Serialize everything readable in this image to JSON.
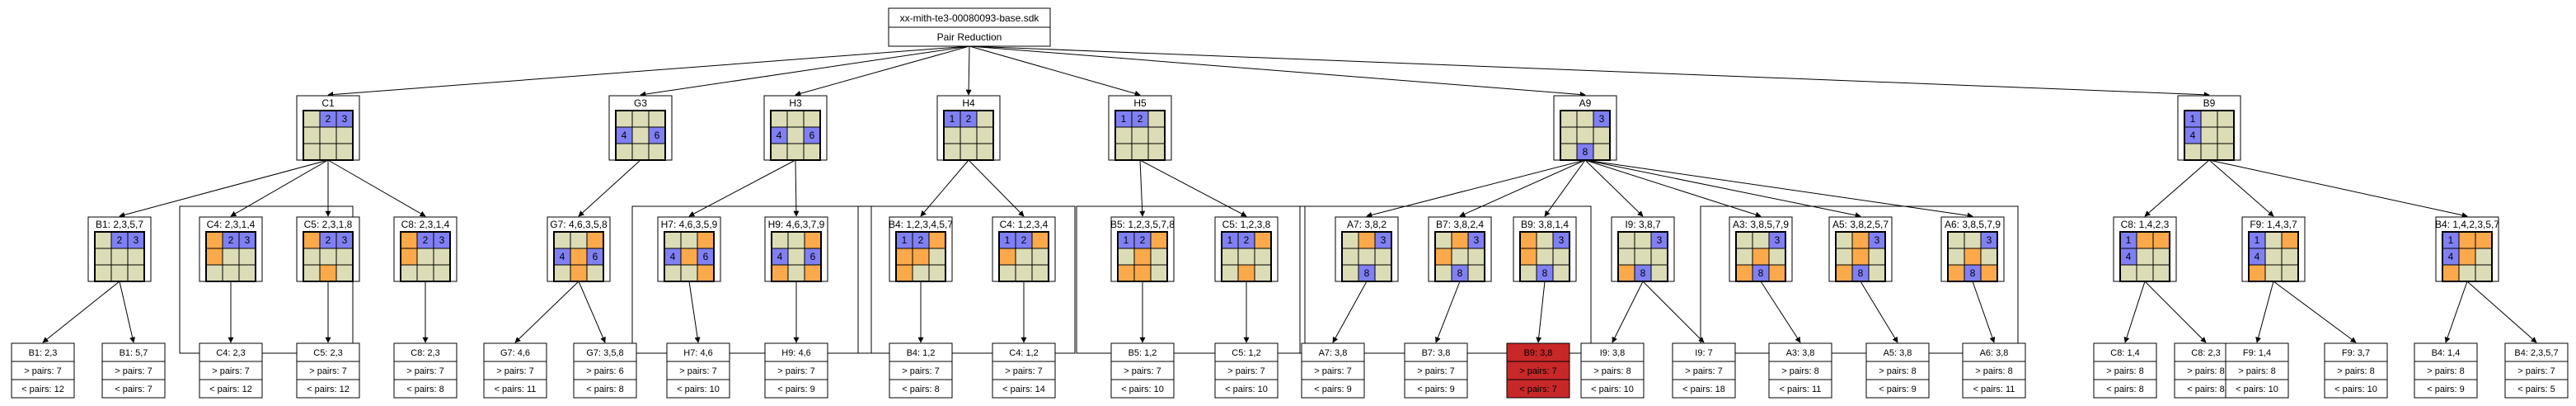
{
  "root": {
    "title": "xx-mith-te3-00080093-base.sdk",
    "subtitle": "Pair Reduction"
  },
  "colors": {
    "blue": "#8080f4",
    "orange": "#fba94a",
    "beige": "#dcdcb6",
    "red": "#c82828",
    "white": "#ffffff",
    "line": "#000000"
  },
  "level1": [
    {
      "id": "C1",
      "title": "C1",
      "cells": [
        [
          "b",
          "B2",
          "B3"
        ],
        [
          "b",
          "b",
          "b"
        ],
        [
          "b",
          "b",
          "b"
        ]
      ]
    },
    {
      "id": "G3",
      "title": "G3",
      "cells": [
        [
          "b",
          "b",
          "b"
        ],
        [
          "B4",
          "b",
          "B6"
        ],
        [
          "b",
          "b",
          "b"
        ]
      ]
    },
    {
      "id": "H3",
      "title": "H3",
      "cells": [
        [
          "b",
          "b",
          "b"
        ],
        [
          "B4",
          "b",
          "B6"
        ],
        [
          "b",
          "b",
          "b"
        ]
      ]
    },
    {
      "id": "H4",
      "title": "H4",
      "cells": [
        [
          "B1",
          "B2",
          "b"
        ],
        [
          "b",
          "b",
          "b"
        ],
        [
          "b",
          "b",
          "b"
        ]
      ]
    },
    {
      "id": "H5",
      "title": "H5",
      "cells": [
        [
          "B1",
          "B2",
          "b"
        ],
        [
          "b",
          "b",
          "b"
        ],
        [
          "b",
          "b",
          "b"
        ]
      ]
    },
    {
      "id": "A9",
      "title": "A9",
      "cells": [
        [
          "b",
          "b",
          "B3"
        ],
        [
          "b",
          "b",
          "b"
        ],
        [
          "b",
          "B8",
          "b"
        ]
      ]
    },
    {
      "id": "B9",
      "title": "B9",
      "cells": [
        [
          "B1",
          "b",
          "b"
        ],
        [
          "B4",
          "b",
          "b"
        ],
        [
          "b",
          "b",
          "b"
        ]
      ]
    }
  ],
  "level2": [
    {
      "id": "B1-C1",
      "title": "B1: 2,3,5,7",
      "cells": [
        [
          "b",
          "B2",
          "B3"
        ],
        [
          "b",
          "b",
          "b"
        ],
        [
          "b",
          "b",
          "b"
        ]
      ]
    },
    {
      "id": "C4-C1",
      "title": "C4: 2,3,1,4",
      "cells": [
        [
          "o",
          "B2",
          "B3"
        ],
        [
          "o",
          "b",
          "b"
        ],
        [
          "b",
          "b",
          "b"
        ]
      ]
    },
    {
      "id": "C5-C1",
      "title": "C5: 2,3,1,8",
      "cells": [
        [
          "o",
          "B2",
          "B3"
        ],
        [
          "b",
          "b",
          "b"
        ],
        [
          "b",
          "o",
          "b"
        ]
      ]
    },
    {
      "id": "C8-C1",
      "title": "C8: 2,3,1,4",
      "cells": [
        [
          "o",
          "B2",
          "B3"
        ],
        [
          "o",
          "b",
          "b"
        ],
        [
          "b",
          "b",
          "b"
        ]
      ]
    },
    {
      "id": "G7-G3",
      "title": "G7: 4,6,3,5,8",
      "cells": [
        [
          "b",
          "b",
          "o"
        ],
        [
          "B4",
          "o",
          "B6"
        ],
        [
          "b",
          "o",
          "b"
        ]
      ]
    },
    {
      "id": "H7-H3",
      "title": "H7: 4,6,3,5,9",
      "cells": [
        [
          "b",
          "b",
          "o"
        ],
        [
          "B4",
          "o",
          "B6"
        ],
        [
          "b",
          "b",
          "o"
        ]
      ]
    },
    {
      "id": "H9-H3",
      "title": "H9: 4,6,3,7,9",
      "cells": [
        [
          "b",
          "b",
          "o"
        ],
        [
          "B4",
          "b",
          "B6"
        ],
        [
          "o",
          "b",
          "o"
        ]
      ]
    },
    {
      "id": "B4-H4",
      "title": "B4: 1,2,3,4,5,7",
      "cells": [
        [
          "B1",
          "B2",
          "o"
        ],
        [
          "o",
          "o",
          "b"
        ],
        [
          "o",
          "b",
          "b"
        ]
      ]
    },
    {
      "id": "C4-H4",
      "title": "C4: 1,2,3,4",
      "cells": [
        [
          "B1",
          "B2",
          "o"
        ],
        [
          "o",
          "b",
          "b"
        ],
        [
          "b",
          "b",
          "b"
        ]
      ]
    },
    {
      "id": "B5-H5",
      "title": "B5: 1,2,3,5,7,8",
      "cells": [
        [
          "B1",
          "B2",
          "o"
        ],
        [
          "b",
          "o",
          "b"
        ],
        [
          "o",
          "o",
          "b"
        ]
      ]
    },
    {
      "id": "C5-H5",
      "title": "C5: 1,2,3,8",
      "cells": [
        [
          "B1",
          "B2",
          "o"
        ],
        [
          "b",
          "b",
          "b"
        ],
        [
          "b",
          "o",
          "b"
        ]
      ]
    },
    {
      "id": "A7-A9",
      "title": "A7: 3,8,2",
      "cells": [
        [
          "b",
          "o",
          "B3"
        ],
        [
          "b",
          "b",
          "b"
        ],
        [
          "b",
          "B8",
          "b"
        ]
      ]
    },
    {
      "id": "B7-A9",
      "title": "B7: 3,8,2,4",
      "cells": [
        [
          "b",
          "o",
          "B3"
        ],
        [
          "o",
          "b",
          "b"
        ],
        [
          "b",
          "B8",
          "b"
        ]
      ]
    },
    {
      "id": "B9-A9",
      "title": "B9: 3,8,1,4",
      "cells": [
        [
          "o",
          "b",
          "B3"
        ],
        [
          "o",
          "b",
          "b"
        ],
        [
          "b",
          "B8",
          "b"
        ]
      ]
    },
    {
      "id": "I9-A9",
      "title": "I9: 3,8,7",
      "cells": [
        [
          "b",
          "b",
          "B3"
        ],
        [
          "b",
          "b",
          "b"
        ],
        [
          "o",
          "B8",
          "b"
        ]
      ]
    },
    {
      "id": "A3-A9",
      "title": "A3: 3,8,5,7,9",
      "cells": [
        [
          "b",
          "b",
          "B3"
        ],
        [
          "b",
          "o",
          "b"
        ],
        [
          "o",
          "B8",
          "o"
        ]
      ]
    },
    {
      "id": "A5-A9",
      "title": "A5: 3,8,2,5,7",
      "cells": [
        [
          "b",
          "o",
          "B3"
        ],
        [
          "b",
          "o",
          "b"
        ],
        [
          "o",
          "B8",
          "b"
        ]
      ]
    },
    {
      "id": "A6-A9",
      "title": "A6: 3,8,5,7,9",
      "cells": [
        [
          "b",
          "b",
          "B3"
        ],
        [
          "b",
          "o",
          "b"
        ],
        [
          "o",
          "B8",
          "o"
        ]
      ]
    },
    {
      "id": "C8-B9",
      "title": "C8: 1,4,2,3",
      "cells": [
        [
          "B1",
          "o",
          "o"
        ],
        [
          "B4",
          "b",
          "b"
        ],
        [
          "b",
          "b",
          "b"
        ]
      ]
    },
    {
      "id": "F9-B9",
      "title": "F9: 1,4,3,7",
      "cells": [
        [
          "B1",
          "b",
          "o"
        ],
        [
          "B4",
          "b",
          "b"
        ],
        [
          "o",
          "b",
          "b"
        ]
      ]
    },
    {
      "id": "B4-B9",
      "title": "B4: 1,4,2,3,5,7",
      "cells": [
        [
          "B1",
          "o",
          "o"
        ],
        [
          "B4",
          "o",
          "b"
        ],
        [
          "o",
          "b",
          "b"
        ]
      ]
    }
  ],
  "leaves": [
    {
      "title": "B1: 2,3",
      "gt": "> pairs: 7",
      "lt": "< pairs: 12",
      "highlight": false
    },
    {
      "title": "B1: 5,7",
      "gt": "> pairs: 7",
      "lt": "< pairs: 7",
      "highlight": false
    },
    {
      "title": "C4: 2,3",
      "gt": "> pairs: 7",
      "lt": "< pairs: 12",
      "highlight": false
    },
    {
      "title": "C5: 2,3",
      "gt": "> pairs: 7",
      "lt": "< pairs: 12",
      "highlight": false
    },
    {
      "title": "C8: 2,3",
      "gt": "> pairs: 7",
      "lt": "< pairs: 8",
      "highlight": false
    },
    {
      "title": "G7: 4,6",
      "gt": "> pairs: 7",
      "lt": "< pairs: 11",
      "highlight": false
    },
    {
      "title": "G7: 3,5,8",
      "gt": "> pairs: 6",
      "lt": "< pairs: 8",
      "highlight": false
    },
    {
      "title": "H7: 4,6",
      "gt": "> pairs: 7",
      "lt": "< pairs: 10",
      "highlight": false
    },
    {
      "title": "H9: 4,6",
      "gt": "> pairs: 7",
      "lt": "< pairs: 9",
      "highlight": false
    },
    {
      "title": "B4: 1,2",
      "gt": "> pairs: 7",
      "lt": "< pairs: 8",
      "highlight": false
    },
    {
      "title": "C4: 1,2",
      "gt": "> pairs: 7",
      "lt": "< pairs: 14",
      "highlight": false
    },
    {
      "title": "B5: 1,2",
      "gt": "> pairs: 7",
      "lt": "< pairs: 10",
      "highlight": false
    },
    {
      "title": "C5: 1,2",
      "gt": "> pairs: 7",
      "lt": "< pairs: 10",
      "highlight": false
    },
    {
      "title": "A7: 3,8",
      "gt": "> pairs: 7",
      "lt": "< pairs: 9",
      "highlight": false
    },
    {
      "title": "B7: 3,8",
      "gt": "> pairs: 7",
      "lt": "< pairs: 9",
      "highlight": false
    },
    {
      "title": "B9: 3,8",
      "gt": "> pairs: 7",
      "lt": "< pairs: 7",
      "highlight": true
    },
    {
      "title": "I9: 3,8",
      "gt": "> pairs: 8",
      "lt": "< pairs: 10",
      "highlight": false
    },
    {
      "title": "I9: 7",
      "gt": "> pairs: 7",
      "lt": "< pairs: 18",
      "highlight": false
    },
    {
      "title": "A3: 3,8",
      "gt": "> pairs: 8",
      "lt": "< pairs: 11",
      "highlight": false
    },
    {
      "title": "A5: 3,8",
      "gt": "> pairs: 8",
      "lt": "< pairs: 9",
      "highlight": false
    },
    {
      "title": "A6: 3,8",
      "gt": "> pairs: 8",
      "lt": "< pairs: 11",
      "highlight": false
    },
    {
      "title": "C8: 1,4",
      "gt": "> pairs: 8",
      "lt": "< pairs: 8",
      "highlight": false
    },
    {
      "title": "C8: 2,3",
      "gt": "> pairs: 8",
      "lt": "< pairs: 8",
      "highlight": false
    },
    {
      "title": "F9: 1,4",
      "gt": "> pairs: 8",
      "lt": "< pairs: 10",
      "highlight": false
    },
    {
      "title": "F9: 3,7",
      "gt": "> pairs: 8",
      "lt": "< pairs: 10",
      "highlight": false
    },
    {
      "title": "B4: 1,4",
      "gt": "> pairs: 8",
      "lt": "< pairs: 9",
      "highlight": false
    },
    {
      "title": "B4: 2,3,5,7",
      "gt": "> pairs: 7",
      "lt": "< pairs: 5",
      "highlight": false
    }
  ]
}
